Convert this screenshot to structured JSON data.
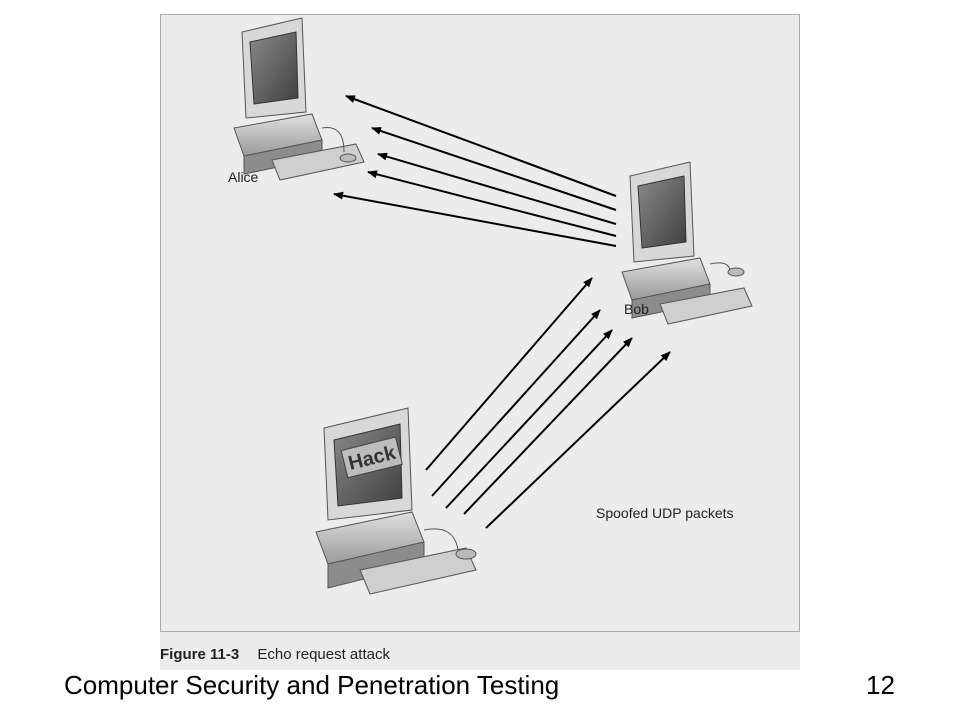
{
  "figure": {
    "nodes": [
      {
        "id": "alice",
        "label": "Alice"
      },
      {
        "id": "bob",
        "label": "Bob"
      },
      {
        "id": "attacker",
        "label": "",
        "screen_text": "Hack"
      }
    ],
    "annotation": "Spoofed UDP packets",
    "edges": [
      {
        "from": "bob",
        "to": "alice",
        "count": 5
      },
      {
        "from": "attacker",
        "to": "bob",
        "count": 5
      }
    ],
    "caption_number": "Figure 11-3",
    "caption_text": "Echo request attack"
  },
  "footer": {
    "title": "Computer Security and Penetration Testing",
    "page_number": "12"
  },
  "colors": {
    "panel_bg": "#ececec",
    "arrow": "#000000"
  }
}
